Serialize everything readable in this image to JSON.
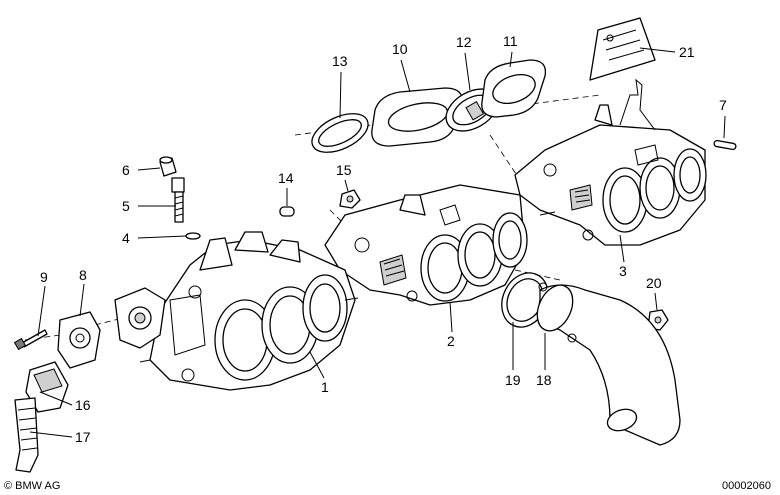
{
  "callouts": [
    {
      "id": "c1",
      "label": "1"
    },
    {
      "id": "c2",
      "label": "2"
    },
    {
      "id": "c3",
      "label": "3"
    },
    {
      "id": "c4",
      "label": "4"
    },
    {
      "id": "c5",
      "label": "5"
    },
    {
      "id": "c6",
      "label": "6"
    },
    {
      "id": "c7",
      "label": "7"
    },
    {
      "id": "c8",
      "label": "8"
    },
    {
      "id": "c9",
      "label": "9"
    },
    {
      "id": "c10",
      "label": "10"
    },
    {
      "id": "c11",
      "label": "11"
    },
    {
      "id": "c12",
      "label": "12"
    },
    {
      "id": "c13",
      "label": "13"
    },
    {
      "id": "c14",
      "label": "14"
    },
    {
      "id": "c15",
      "label": "15"
    },
    {
      "id": "c16",
      "label": "16"
    },
    {
      "id": "c17",
      "label": "17"
    },
    {
      "id": "c18",
      "label": "18"
    },
    {
      "id": "c19",
      "label": "19"
    },
    {
      "id": "c20",
      "label": "20"
    },
    {
      "id": "c21",
      "label": "21"
    }
  ],
  "footer": {
    "copyright": "© BMW AG",
    "drawing_number": "00002060"
  }
}
